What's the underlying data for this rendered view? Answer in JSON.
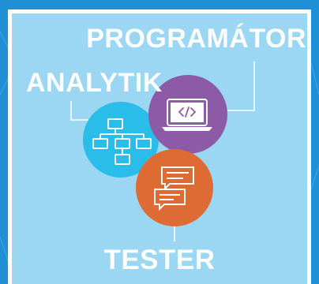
{
  "labels": {
    "programmer": "PROGRAMÁTOR",
    "analyst": "ANALYTIK",
    "tester": "TESTER"
  },
  "icons": {
    "programmer": "laptop-code-icon",
    "analyst": "flowchart-icon",
    "tester": "chat-bubbles-icon"
  },
  "colors": {
    "background": "#1f8fd6",
    "frame_fill": "#9bd6f3",
    "frame_border": "#ffffff",
    "analyst_circle": "#2bbde9",
    "programmer_circle": "#8c5aa6",
    "tester_circle": "#de6a34",
    "text": "#ffffff"
  }
}
